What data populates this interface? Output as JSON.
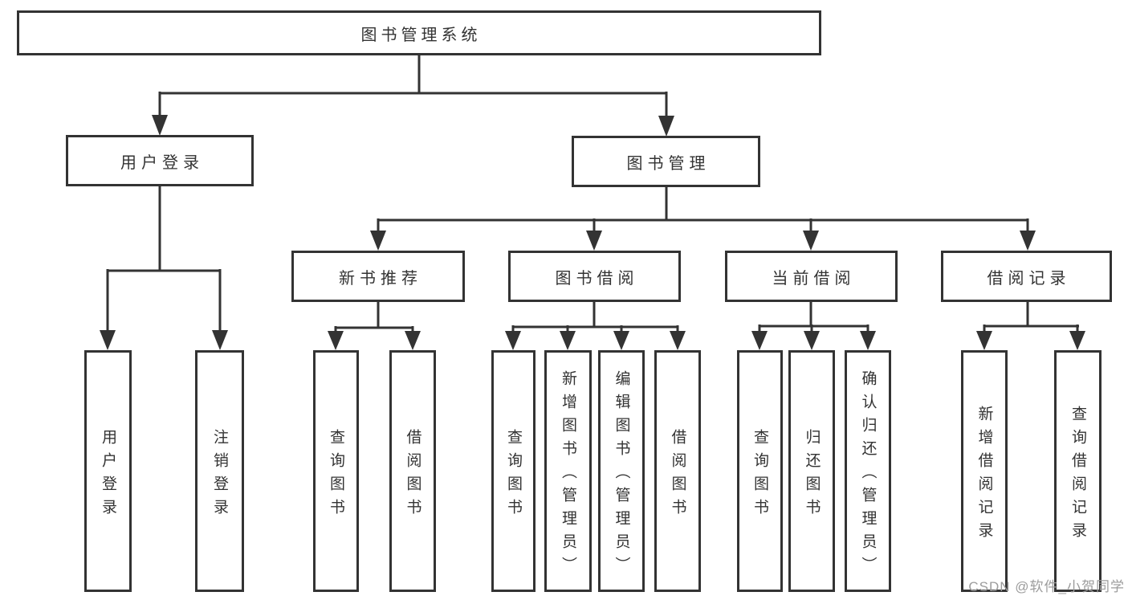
{
  "colors": {
    "line": "#333333",
    "text": "#333333",
    "node_background": "#ffffff",
    "page_background": "#ffffff",
    "watermark": "#9c9c9c"
  },
  "watermark": "CSDN @软件_小贺同学",
  "tree": {
    "root": "图书管理系统",
    "login": {
      "label": "用户登录",
      "children": [
        "用户登录",
        "注销登录"
      ]
    },
    "management": {
      "label": "图书管理",
      "sections": [
        {
          "label": "新书推荐",
          "children": [
            "查询图书",
            "借阅图书"
          ]
        },
        {
          "label": "图书借阅",
          "children": [
            "查询图书",
            "新增图书（管理员）",
            "编辑图书（管理员）",
            "借阅图书"
          ]
        },
        {
          "label": "当前借阅",
          "children": [
            "查询图书",
            "归还图书",
            "确认归还（管理员）"
          ]
        },
        {
          "label": "借阅记录",
          "children": [
            "新增借阅记录",
            "查询借阅记录"
          ]
        }
      ]
    }
  }
}
